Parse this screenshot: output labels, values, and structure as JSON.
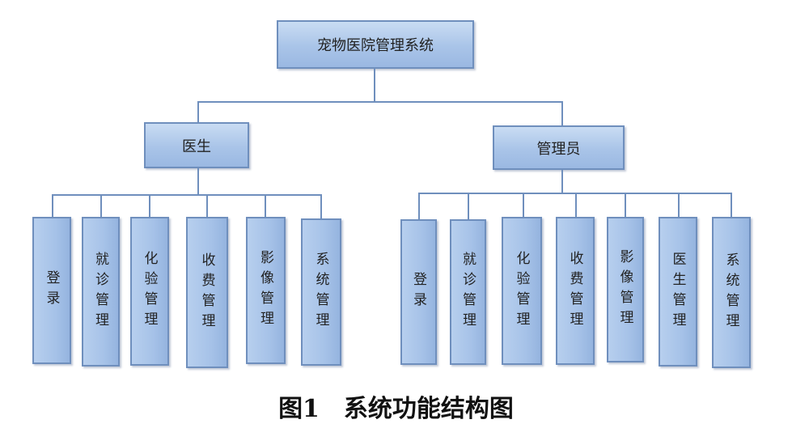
{
  "root": {
    "label": "宠物医院管理系统"
  },
  "branches": [
    {
      "label": "医生",
      "children": [
        "登录",
        "就诊管理",
        "化验管理",
        "收费管理",
        "影像管理",
        "系统管理"
      ]
    },
    {
      "label": "管理员",
      "children": [
        "登录",
        "就诊管理",
        "化验管理",
        "收费管理",
        "影像管理",
        "医生管理",
        "系统管理"
      ]
    }
  ],
  "caption": "图1　系统功能结构图",
  "colors": {
    "box_fill": "#a9c4e8",
    "box_border": "#6f8fbd"
  }
}
